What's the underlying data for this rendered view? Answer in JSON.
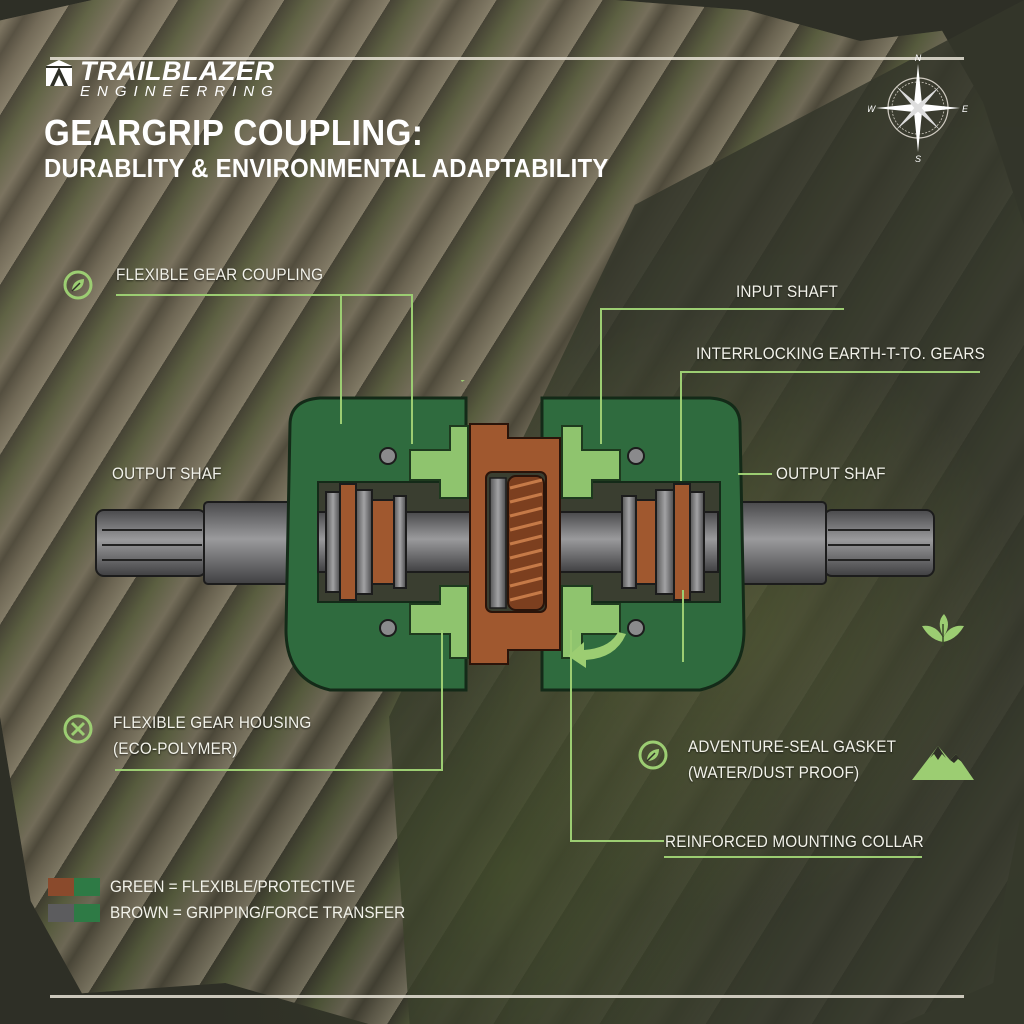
{
  "brand": {
    "name": "TRAILBLAZER",
    "subtitle": "ENGINEERRING",
    "logo_icon": "tent-mountain-logo-icon"
  },
  "title": {
    "line1": "GEARGRIP COUPLING:",
    "line2": "DURABLITY & ENVIRONMENTAL ADAPTABILITY"
  },
  "compass": {
    "icon": "compass-rose-icon",
    "north": "N",
    "south": "S",
    "east": "E",
    "west": "W"
  },
  "callouts": [
    {
      "id": "flexible-gear-coupling",
      "text": "FLEXIBLE GEAR COUPLING",
      "icon": "leaf-badge-icon"
    },
    {
      "id": "input-shaft",
      "text": "INPUT SHAFT"
    },
    {
      "id": "interlocking-gears",
      "text": "INTERRLOCKING EARTH-T-TO. GEARS"
    },
    {
      "id": "output-shaft-left",
      "text": "OUTPUT SHAF"
    },
    {
      "id": "output-shaft-right",
      "text": "OUTPUT SHAF"
    },
    {
      "id": "flexible-gear-housing",
      "text": "FLEXIBLE GEAR HOUSING",
      "text2": "(ECO-POLYMER)",
      "icon": "x-circle-badge-icon"
    },
    {
      "id": "adventure-seal-gasket",
      "text": "ADVENTURE-SEAL GASKET",
      "text2": "(WATER/DUST PROOF)",
      "icon": "leaf-badge-icon"
    },
    {
      "id": "reinforced-mounting-collar",
      "text": "REINFORCED MOUNTING COLLAR"
    }
  ],
  "decorations": {
    "rotation_arrow_top": "curved-arrow-right-icon",
    "rotation_arrow_bottom": "double-curved-arrow-icon",
    "rotation_arrow_right": "curved-arrow-left-icon",
    "plant": "sprout-icon",
    "mountain": "mountain-icon"
  },
  "legend": [
    {
      "text": "GREEN = FLEXIBLE/PROTECTIVE",
      "swatches": [
        "#8a4a2c",
        "#2e7a45"
      ]
    },
    {
      "text": "BROWN = GRIPPING/FORCE TRANSFER",
      "swatches": [
        "#5c5c5e",
        "#2e7a45"
      ]
    }
  ],
  "colors": {
    "accent_green": "#9ccd72",
    "housing_green": "#2f6b3e",
    "insert_green": "#8fc46e",
    "brown": "#a0582f",
    "steel": "#8a8a8c",
    "text": "#f2f2ea"
  }
}
